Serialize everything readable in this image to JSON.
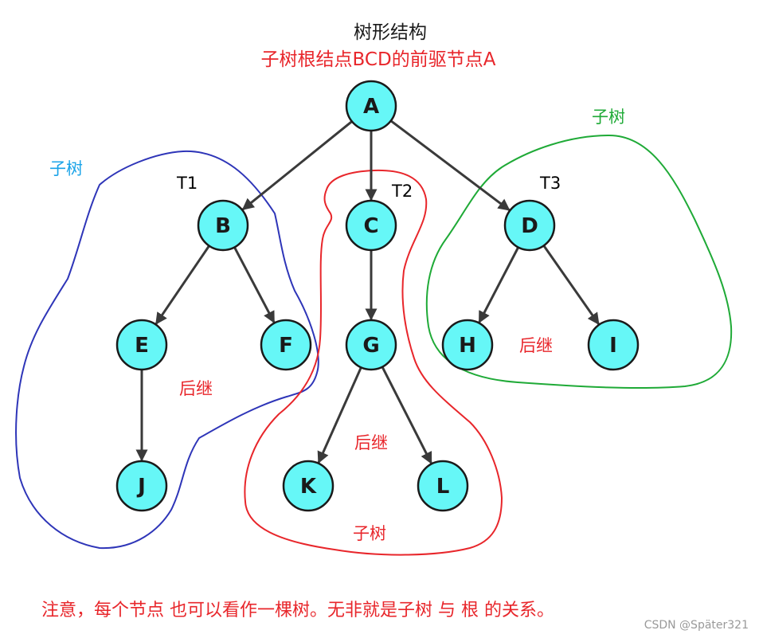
{
  "title": "树形结构",
  "subtitle": "子树根结点BCD的前驱节点A",
  "nodes": [
    "A",
    "B",
    "C",
    "D",
    "E",
    "F",
    "G",
    "H",
    "I",
    "J",
    "K",
    "L"
  ],
  "edges": [
    [
      "A",
      "B"
    ],
    [
      "A",
      "C"
    ],
    [
      "A",
      "D"
    ],
    [
      "B",
      "E"
    ],
    [
      "B",
      "F"
    ],
    [
      "E",
      "J"
    ],
    [
      "C",
      "G"
    ],
    [
      "G",
      "K"
    ],
    [
      "G",
      "L"
    ],
    [
      "D",
      "H"
    ],
    [
      "D",
      "I"
    ]
  ],
  "subtree_tags": {
    "t1": "T1",
    "t2": "T2",
    "t3": "T3"
  },
  "annotations": {
    "subtree_left": "子树",
    "subtree_right": "子树",
    "subtree_middle": "子树",
    "successor_left": "后继",
    "successor_middle": "后继",
    "successor_right": "后继"
  },
  "note": "注意，每个节点 也可以看作一棵树。无非就是子树 与 根 的关系。",
  "watermark": "CSDN @Später321",
  "colors": {
    "node_fill": "#66f7f7",
    "edge": "#3a3a3a",
    "annotation_red": "#e8262b",
    "subtree_blue": "#2e35b8",
    "subtree_green": "#1faa37",
    "label_cyan": "#1aa3e8"
  }
}
